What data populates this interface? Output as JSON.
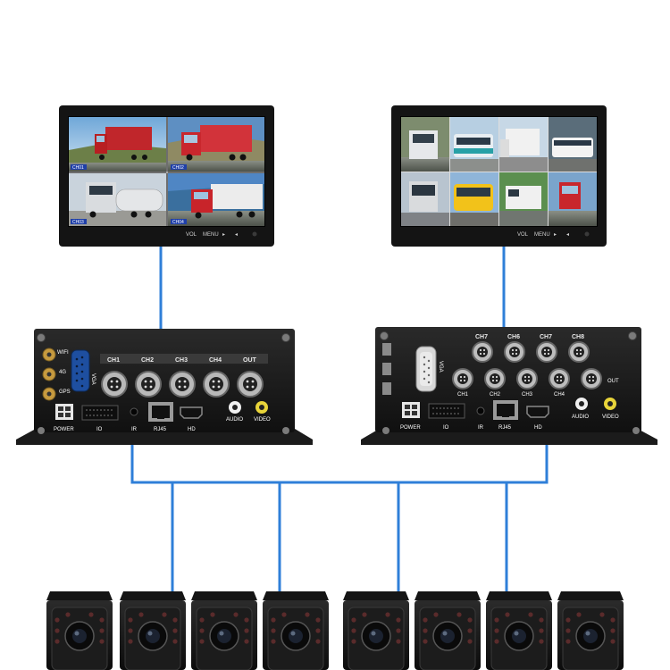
{
  "colors": {
    "cable": "#2f7fd8",
    "dvr_body": "#1a1a1a",
    "bezel": "#111111"
  },
  "monitor_left": {
    "tiles": [
      "CH01",
      "CH02",
      "CH03",
      "CH04"
    ],
    "buttons": [
      "VOL",
      "MENU",
      "▸",
      "◂"
    ]
  },
  "monitor_right": {
    "buttons": [
      "VOL",
      "MENU",
      "▸",
      "◂"
    ]
  },
  "dvr_left": {
    "side_ports": [
      "WIFI",
      "4G",
      "GPS"
    ],
    "vga": "VGA",
    "channels": [
      "CH1",
      "CH2",
      "CH3",
      "CH4",
      "OUT"
    ],
    "bottom_labels": [
      "POWER",
      "IO",
      "IR",
      "RJ45",
      "HD",
      "AUDIO",
      "VIDEO"
    ]
  },
  "dvr_right": {
    "vga": "VGA",
    "channels_top": [
      "CH7",
      "CH6",
      "CH7",
      "CH8"
    ],
    "channels_bottom": [
      "CH1",
      "CH2",
      "CH3",
      "CH4"
    ],
    "out_label": "OUT",
    "bottom_labels": [
      "POWER",
      "IO",
      "IR",
      "RJ45",
      "HD",
      "AUDIO",
      "VIDEO"
    ]
  },
  "cameras": [
    {
      "id": "camera-1"
    },
    {
      "id": "camera-2"
    },
    {
      "id": "camera-3"
    },
    {
      "id": "camera-4"
    },
    {
      "id": "camera-5"
    },
    {
      "id": "camera-6"
    },
    {
      "id": "camera-7"
    },
    {
      "id": "camera-8"
    }
  ]
}
